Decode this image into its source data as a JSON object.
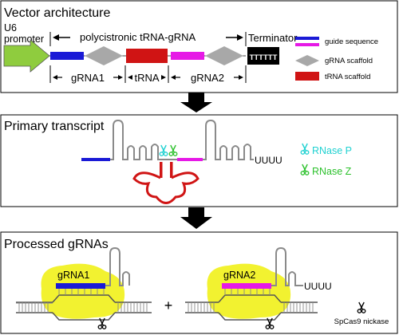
{
  "panels": {
    "vector": {
      "title": "Vector architecture",
      "promoter_line1": "U6",
      "promoter_line2": "promoter",
      "cassette_label": "polycistronic tRNA-gRNA",
      "terminator_label": "Terminator",
      "terminator_seq": "TTTTTT",
      "segment1_label": "gRNA1",
      "segment2_label": "tRNA",
      "segment3_label": "gRNA2",
      "legend": [
        {
          "label": "guide sequence",
          "colors": [
            "#1a1ad6",
            "#e619e6"
          ]
        },
        {
          "label": "gRNA scaffold",
          "colors": [
            "#a8a8a8"
          ]
        },
        {
          "label": "tRNA scaffold",
          "colors": [
            "#d01414"
          ]
        }
      ]
    },
    "primary": {
      "title": "Primary transcript",
      "tail": "UUUU",
      "rnase_p_label": "RNase P",
      "rnase_z_label": "RNase Z",
      "rnase_p_color": "#1fd1d1",
      "rnase_z_color": "#2cc12c"
    },
    "processed": {
      "title": "Processed gRNAs",
      "left_label": "gRNA1",
      "right_label": "gRNA2",
      "plus": "+",
      "tail": "UUUU",
      "nickase_label": "SpCas9 nickase"
    }
  },
  "colors": {
    "promoter": "#8fcc3e",
    "guide1": "#1a1ad6",
    "guide2": "#e619e6",
    "scaffold": "#a8a8a8",
    "trna": "#d01414",
    "cas9": "#f2f230",
    "arrow": "#000000"
  }
}
